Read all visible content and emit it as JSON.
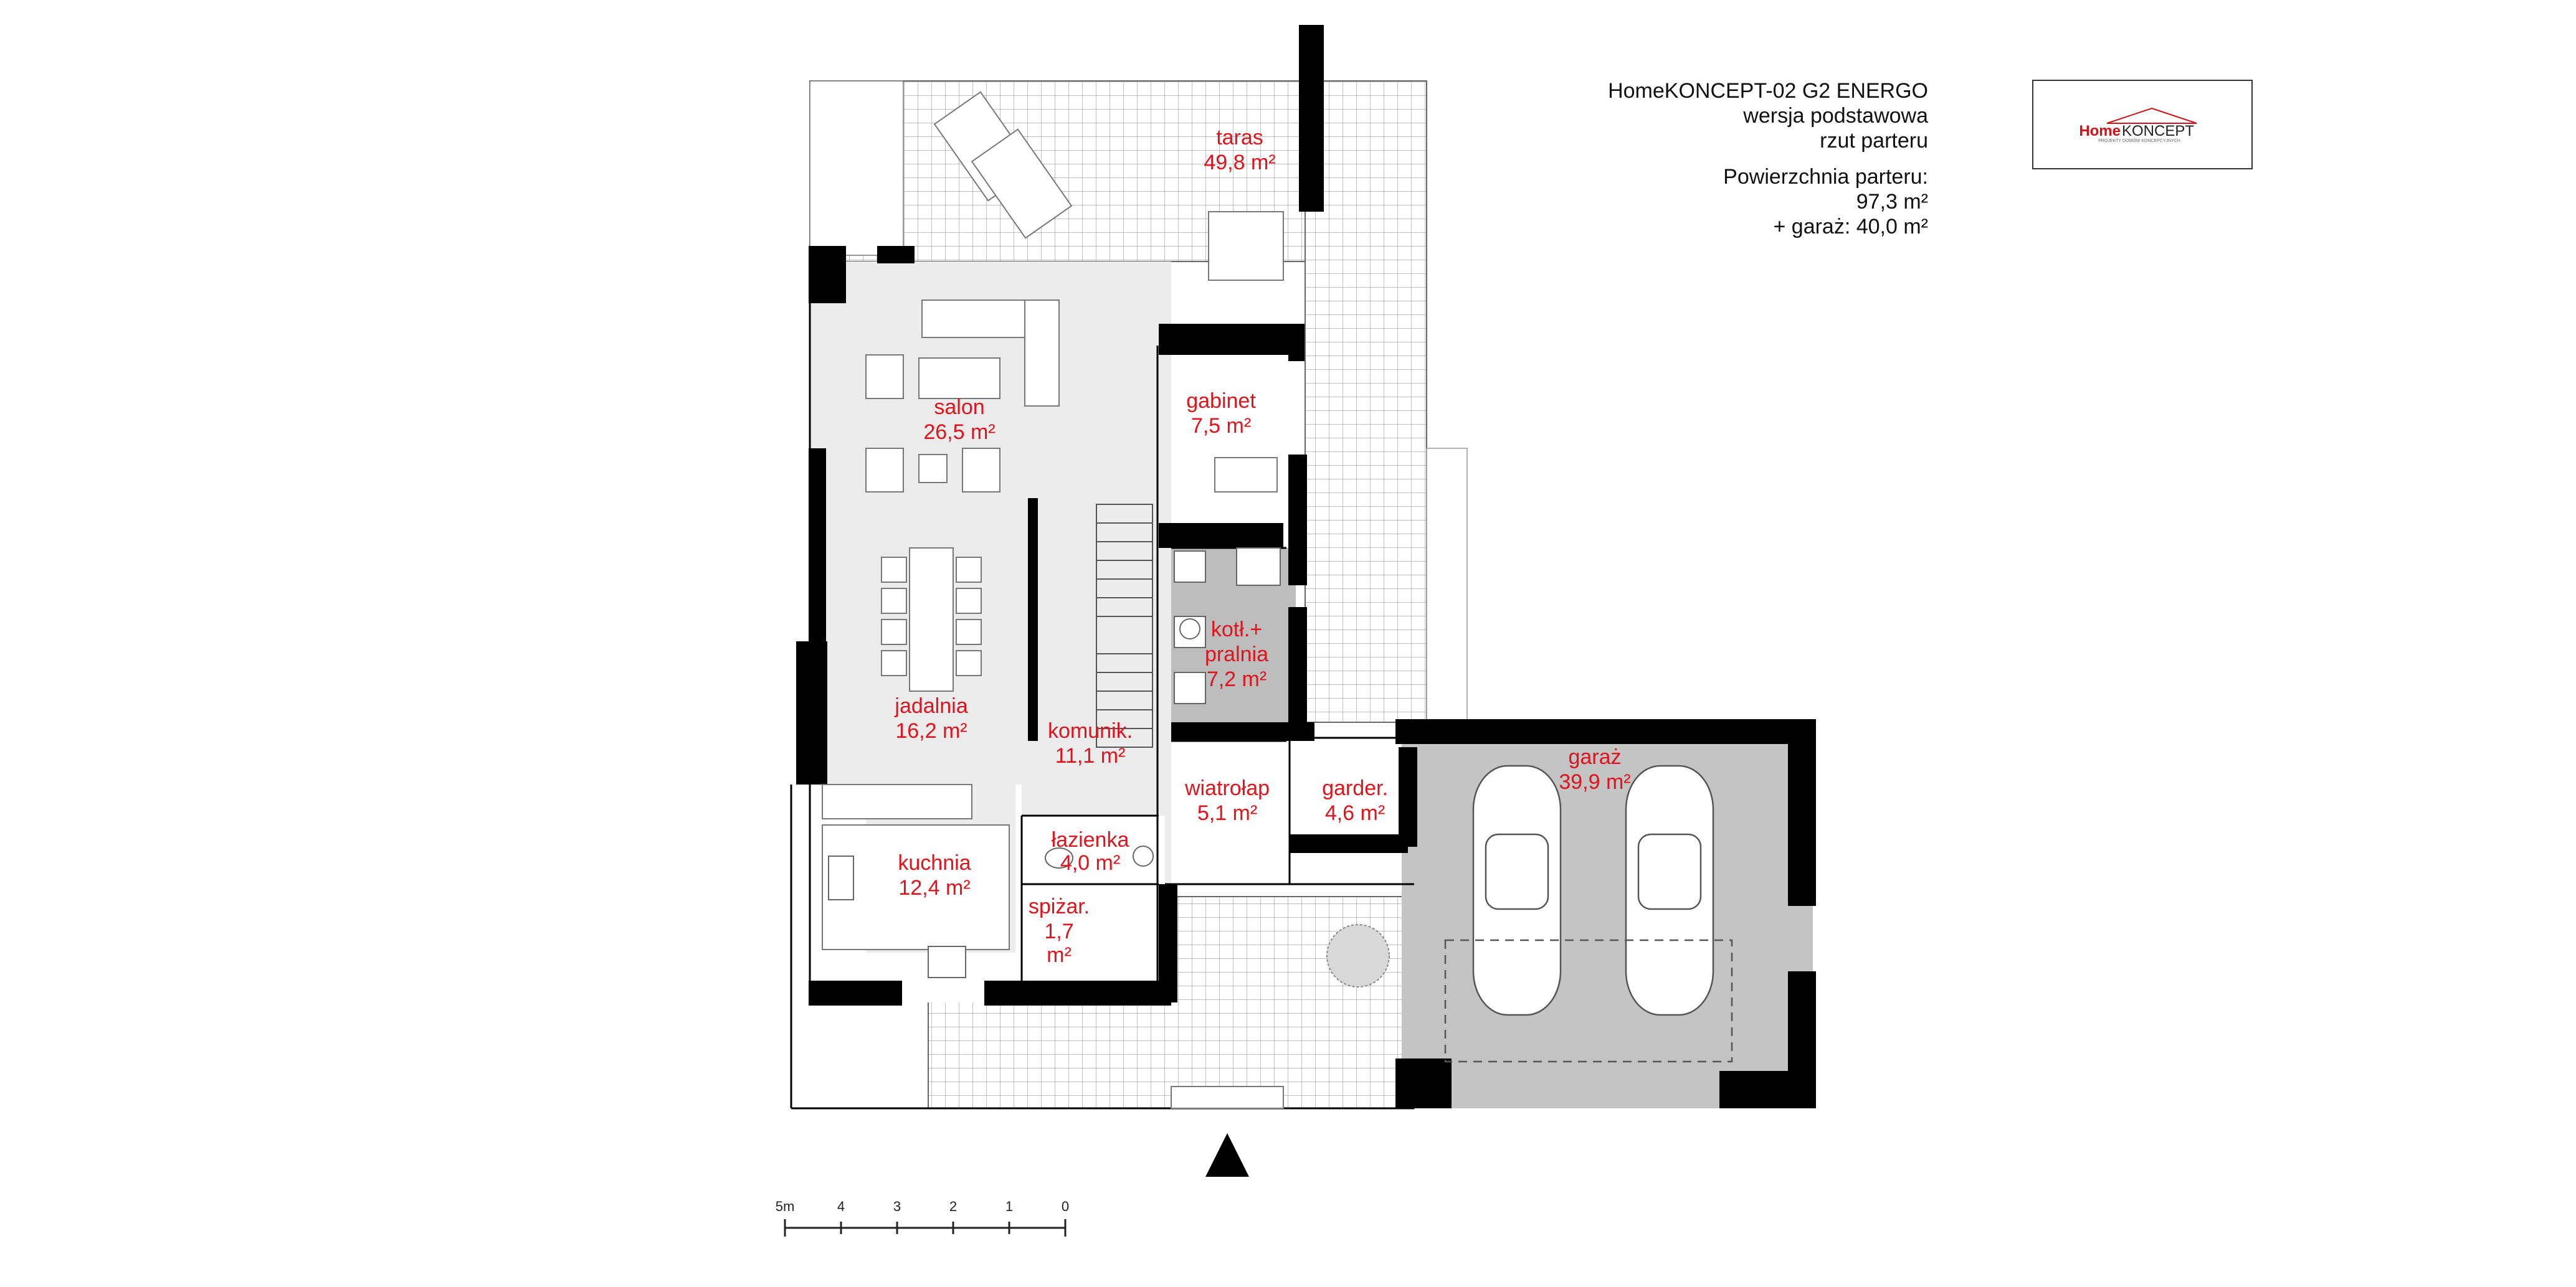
{
  "header": {
    "title": "HomeKONCEPT-02 G2 ENERGO",
    "version": "wersja podstawowa",
    "view": "rzut parteru",
    "area_label": "Powierzchnia parteru:",
    "area_value": "97,3 m²",
    "garage_value": "+ garaż: 40,0 m²"
  },
  "logo": {
    "brand_home": "Home",
    "brand_koncept": "KONCEPT",
    "tagline": "PROJEKTY DOMÓW KONCEPCYJNYCH"
  },
  "rooms": [
    {
      "id": "taras",
      "name": "taras",
      "area": "49,8 m²"
    },
    {
      "id": "salon",
      "name": "salon",
      "area": "26,5 m²"
    },
    {
      "id": "gabinet",
      "name": "gabinet",
      "area": "7,5 m²"
    },
    {
      "id": "kotl",
      "name": "kotł.+",
      "name2": "pralnia",
      "area": "7,2 m²"
    },
    {
      "id": "jadalnia",
      "name": "jadalnia",
      "area": "16,2 m²"
    },
    {
      "id": "komunik",
      "name": "komunik.",
      "area": "11,1 m²"
    },
    {
      "id": "wiatrolap",
      "name": "wiatrołap",
      "area": "5,1 m²"
    },
    {
      "id": "garder",
      "name": "garder.",
      "area": "4,6 m²"
    },
    {
      "id": "garaz",
      "name": "garaż",
      "area": "39,9 m²"
    },
    {
      "id": "lazienka",
      "name": "łazienka",
      "area": "4,0 m²"
    },
    {
      "id": "kuchnia",
      "name": "kuchnia",
      "area": "12,4 m²"
    },
    {
      "id": "spizar",
      "name": "spiżar.",
      "area": "1,7",
      "area2": "m²"
    }
  ],
  "scale": {
    "labels": [
      "0",
      "1",
      "2",
      "3",
      "4",
      "5m"
    ]
  },
  "colors": {
    "wall": "#000000",
    "floor": "#ececec",
    "garage_floor": "#c4c4c4",
    "label": "#e0141c"
  }
}
